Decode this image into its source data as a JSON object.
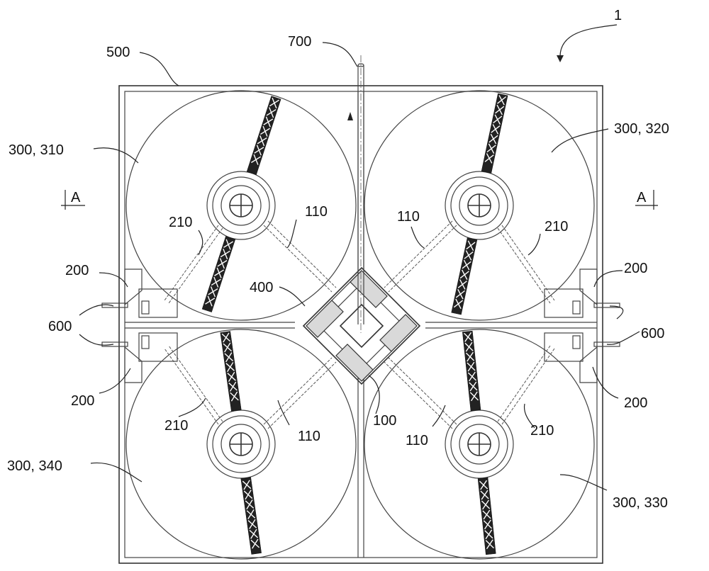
{
  "labels": {
    "ref_1": "1",
    "ref_500": "500",
    "ref_700": "700",
    "ref_300_310": "300, 310",
    "ref_300_320": "300, 320",
    "ref_300_330": "300, 330",
    "ref_300_340": "300, 340",
    "section_left": "A",
    "section_right": "A",
    "ref_210_tl": "210",
    "ref_110_tl": "110",
    "ref_110_tr": "110",
    "ref_210_tr": "210",
    "ref_200_left_top": "200",
    "ref_200_right_top": "200",
    "ref_400": "400",
    "ref_600_left": "600",
    "ref_600_right": "600",
    "ref_200_left_bottom": "200",
    "ref_200_right_bottom": "200",
    "ref_100": "100",
    "ref_210_bl": "210",
    "ref_110_bl": "110",
    "ref_110_br": "110",
    "ref_210_br": "210"
  },
  "colors": {
    "line": "#333333",
    "truss": "#222222",
    "aggregate": "#d9d9d9"
  }
}
